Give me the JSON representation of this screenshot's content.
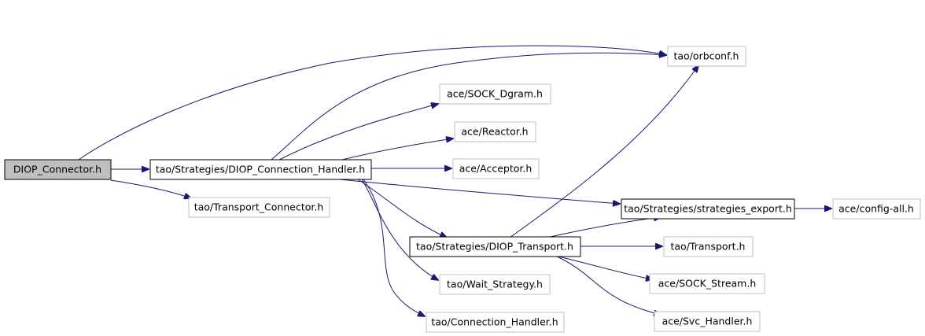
{
  "nodes": {
    "diop_connector": "DIOP_Connector.h",
    "connection_handler": "tao/Strategies/DIOP_Connection_Handler.h",
    "transport_connector": "tao/Transport_Connector.h",
    "orbconf": "tao/orbconf.h",
    "sock_dgram": "ace/SOCK_Dgram.h",
    "reactor": "ace/Reactor.h",
    "acceptor": "ace/Acceptor.h",
    "strategies_export": "tao/Strategies/strategies_export.h",
    "config_all": "ace/config-all.h",
    "diop_transport": "tao/Strategies/DIOP_Transport.h",
    "transport": "tao/Transport.h",
    "sock_stream": "ace/SOCK_Stream.h",
    "wait_strategy": "tao/Wait_Strategy.h",
    "svc_handler": "ace/Svc_Handler.h",
    "conn_handler": "tao/Connection_Handler.h"
  }
}
